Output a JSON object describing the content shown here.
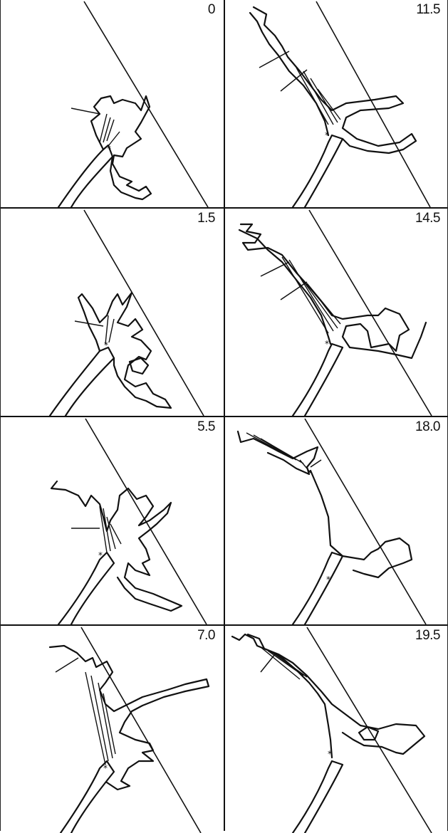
{
  "panels": [
    {
      "label": "0"
    },
    {
      "label": "11.5"
    },
    {
      "label": "1.5"
    },
    {
      "label": "14.5"
    },
    {
      "label": "5.5"
    },
    {
      "label": "18.0"
    },
    {
      "label": "7.0"
    },
    {
      "label": "19.5"
    }
  ],
  "asterisk": "*"
}
